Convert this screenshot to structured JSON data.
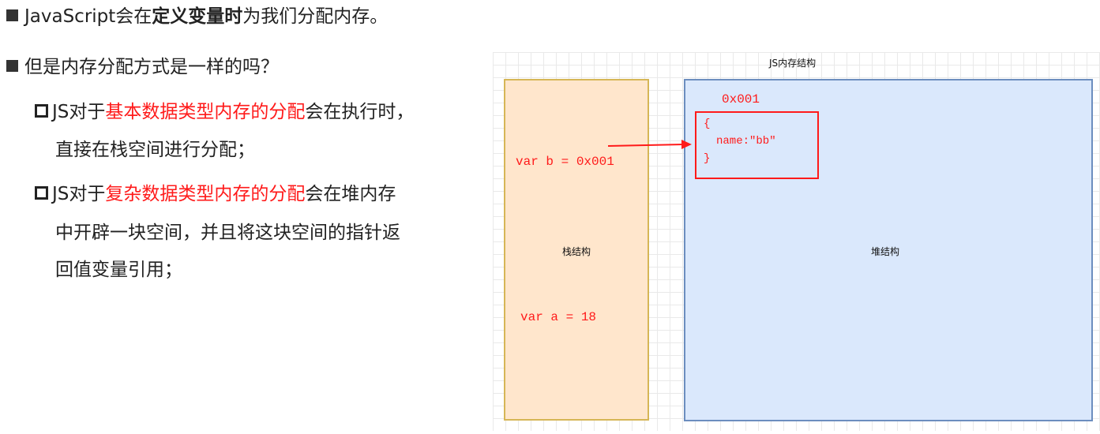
{
  "line1": {
    "prefix": "JavaScript会在",
    "bold": "定义变量时",
    "suffix": "为我们分配内存。"
  },
  "line2": {
    "text": "但是内存分配方式是一样的吗？"
  },
  "sub1": {
    "prefix": "JS对于",
    "highlight": "基本数据类型内存的分配",
    "suffix": "会在执行时，",
    "line2": "直接在栈空间进行分配；"
  },
  "sub2": {
    "prefix": "JS对于",
    "highlight": "复杂数据类型内存的分配",
    "suffix": "会在堆内存",
    "line2": "中开辟一块空间，并且将这块空间的指针返",
    "line3": "回值变量引用；"
  },
  "diagram": {
    "title": "JS内存结构",
    "stack_label": "栈结构",
    "heap_label": "堆结构",
    "var_b": "var b = 0x001",
    "var_a": "var a = 18",
    "address": "0x001",
    "obj_open": "{",
    "obj_body": "name:\"bb\"",
    "obj_close": "}"
  },
  "colors": {
    "highlight": "#ff1a1a",
    "stack_fill": "#ffe6cc",
    "stack_border": "#d6b656",
    "heap_fill": "#dae8fc",
    "heap_border": "#6c8ebf"
  }
}
